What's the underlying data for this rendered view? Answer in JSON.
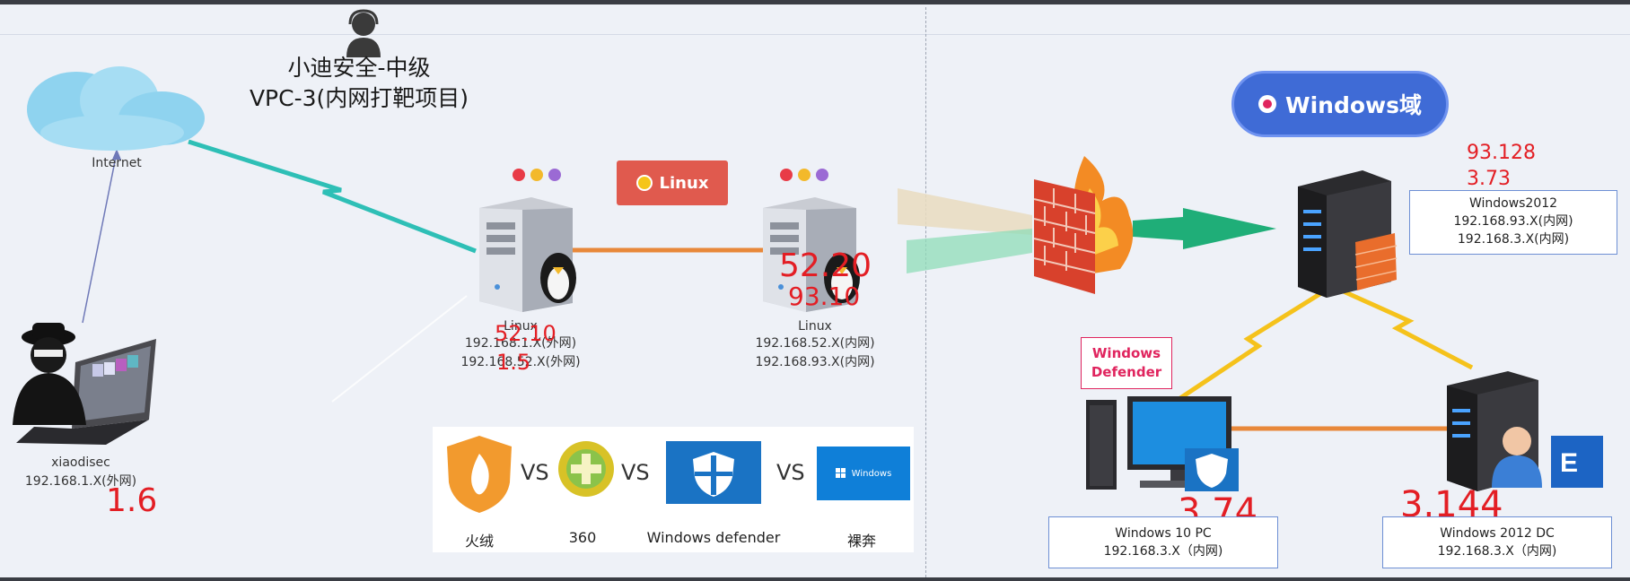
{
  "header": {
    "title_line1": "小迪安全-中级",
    "title_line2": "VPC-3(内网打靶项目)"
  },
  "nodes": {
    "internet": {
      "label": "Internet"
    },
    "attacker": {
      "name": "xiaodisec",
      "ip": "192.168.1.X(外网)",
      "marker": "1.6"
    },
    "linux1": {
      "label": "Linux",
      "ip1": "192.168.1.X(外网)",
      "ip2": "192.168.52.X(外网)",
      "marker1": "52.10",
      "marker2": "1.5"
    },
    "linux2": {
      "label": "Linux",
      "ip1": "192.168.52.X(内网)",
      "ip2": "192.168.93.X(内网)",
      "marker1": "52.20",
      "marker2": "93.10"
    },
    "win2012": {
      "name": "Windows2012",
      "ip1": "192.168.93.X(内网)",
      "ip2": "192.168.3.X(内网)",
      "marker1": "93.128",
      "marker2": "3.73"
    },
    "win10": {
      "name": "Windows 10 PC",
      "ip": "192.168.3.X（内网)",
      "marker": "3.74"
    },
    "dc": {
      "name": "Windows 2012 DC",
      "ip": "192.168.3.X（内网)",
      "marker": "3.144"
    }
  },
  "badges": {
    "linux": "Linux",
    "windows_domain": "Windows域",
    "defender_line1": "Windows",
    "defender_line2": "Defender"
  },
  "av_panel": {
    "vs": "VS",
    "windows_tile": "Windows",
    "labels": [
      "火绒",
      "360",
      "Windows defender",
      "裸奔"
    ]
  },
  "colors": {
    "linux_badge": "#e05a4e",
    "domain_badge": "#3f6bd6",
    "ip_marker": "#e31e24",
    "defender": "#e0245e"
  }
}
